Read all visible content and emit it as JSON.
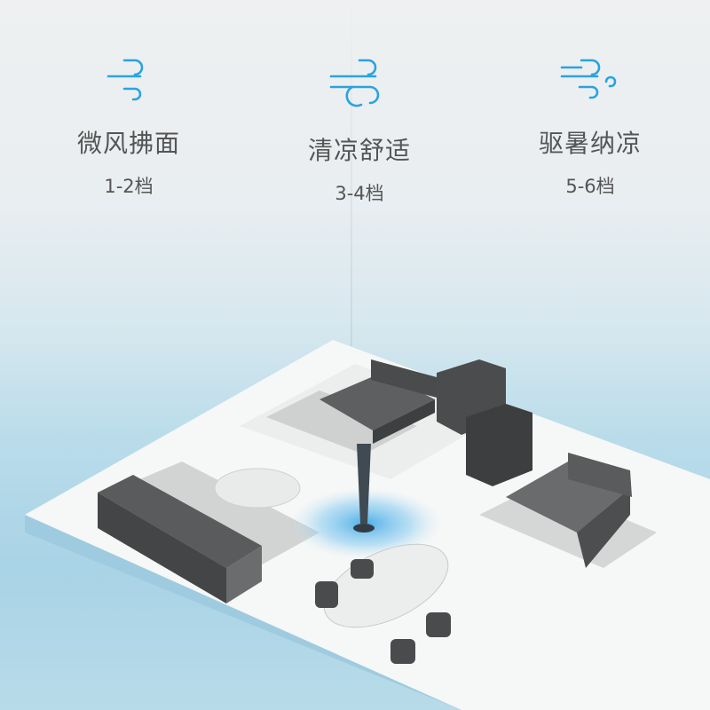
{
  "accent_color": "#2aa3e0",
  "modes": [
    {
      "icon": "wind-light-icon",
      "title": "微风拂面",
      "level": "1-2档"
    },
    {
      "icon": "wind-medium-icon",
      "title": "清凉舒适",
      "level": "3-4档"
    },
    {
      "icon": "wind-strong-icon",
      "title": "驱暑纳凉",
      "level": "5-6档"
    }
  ]
}
